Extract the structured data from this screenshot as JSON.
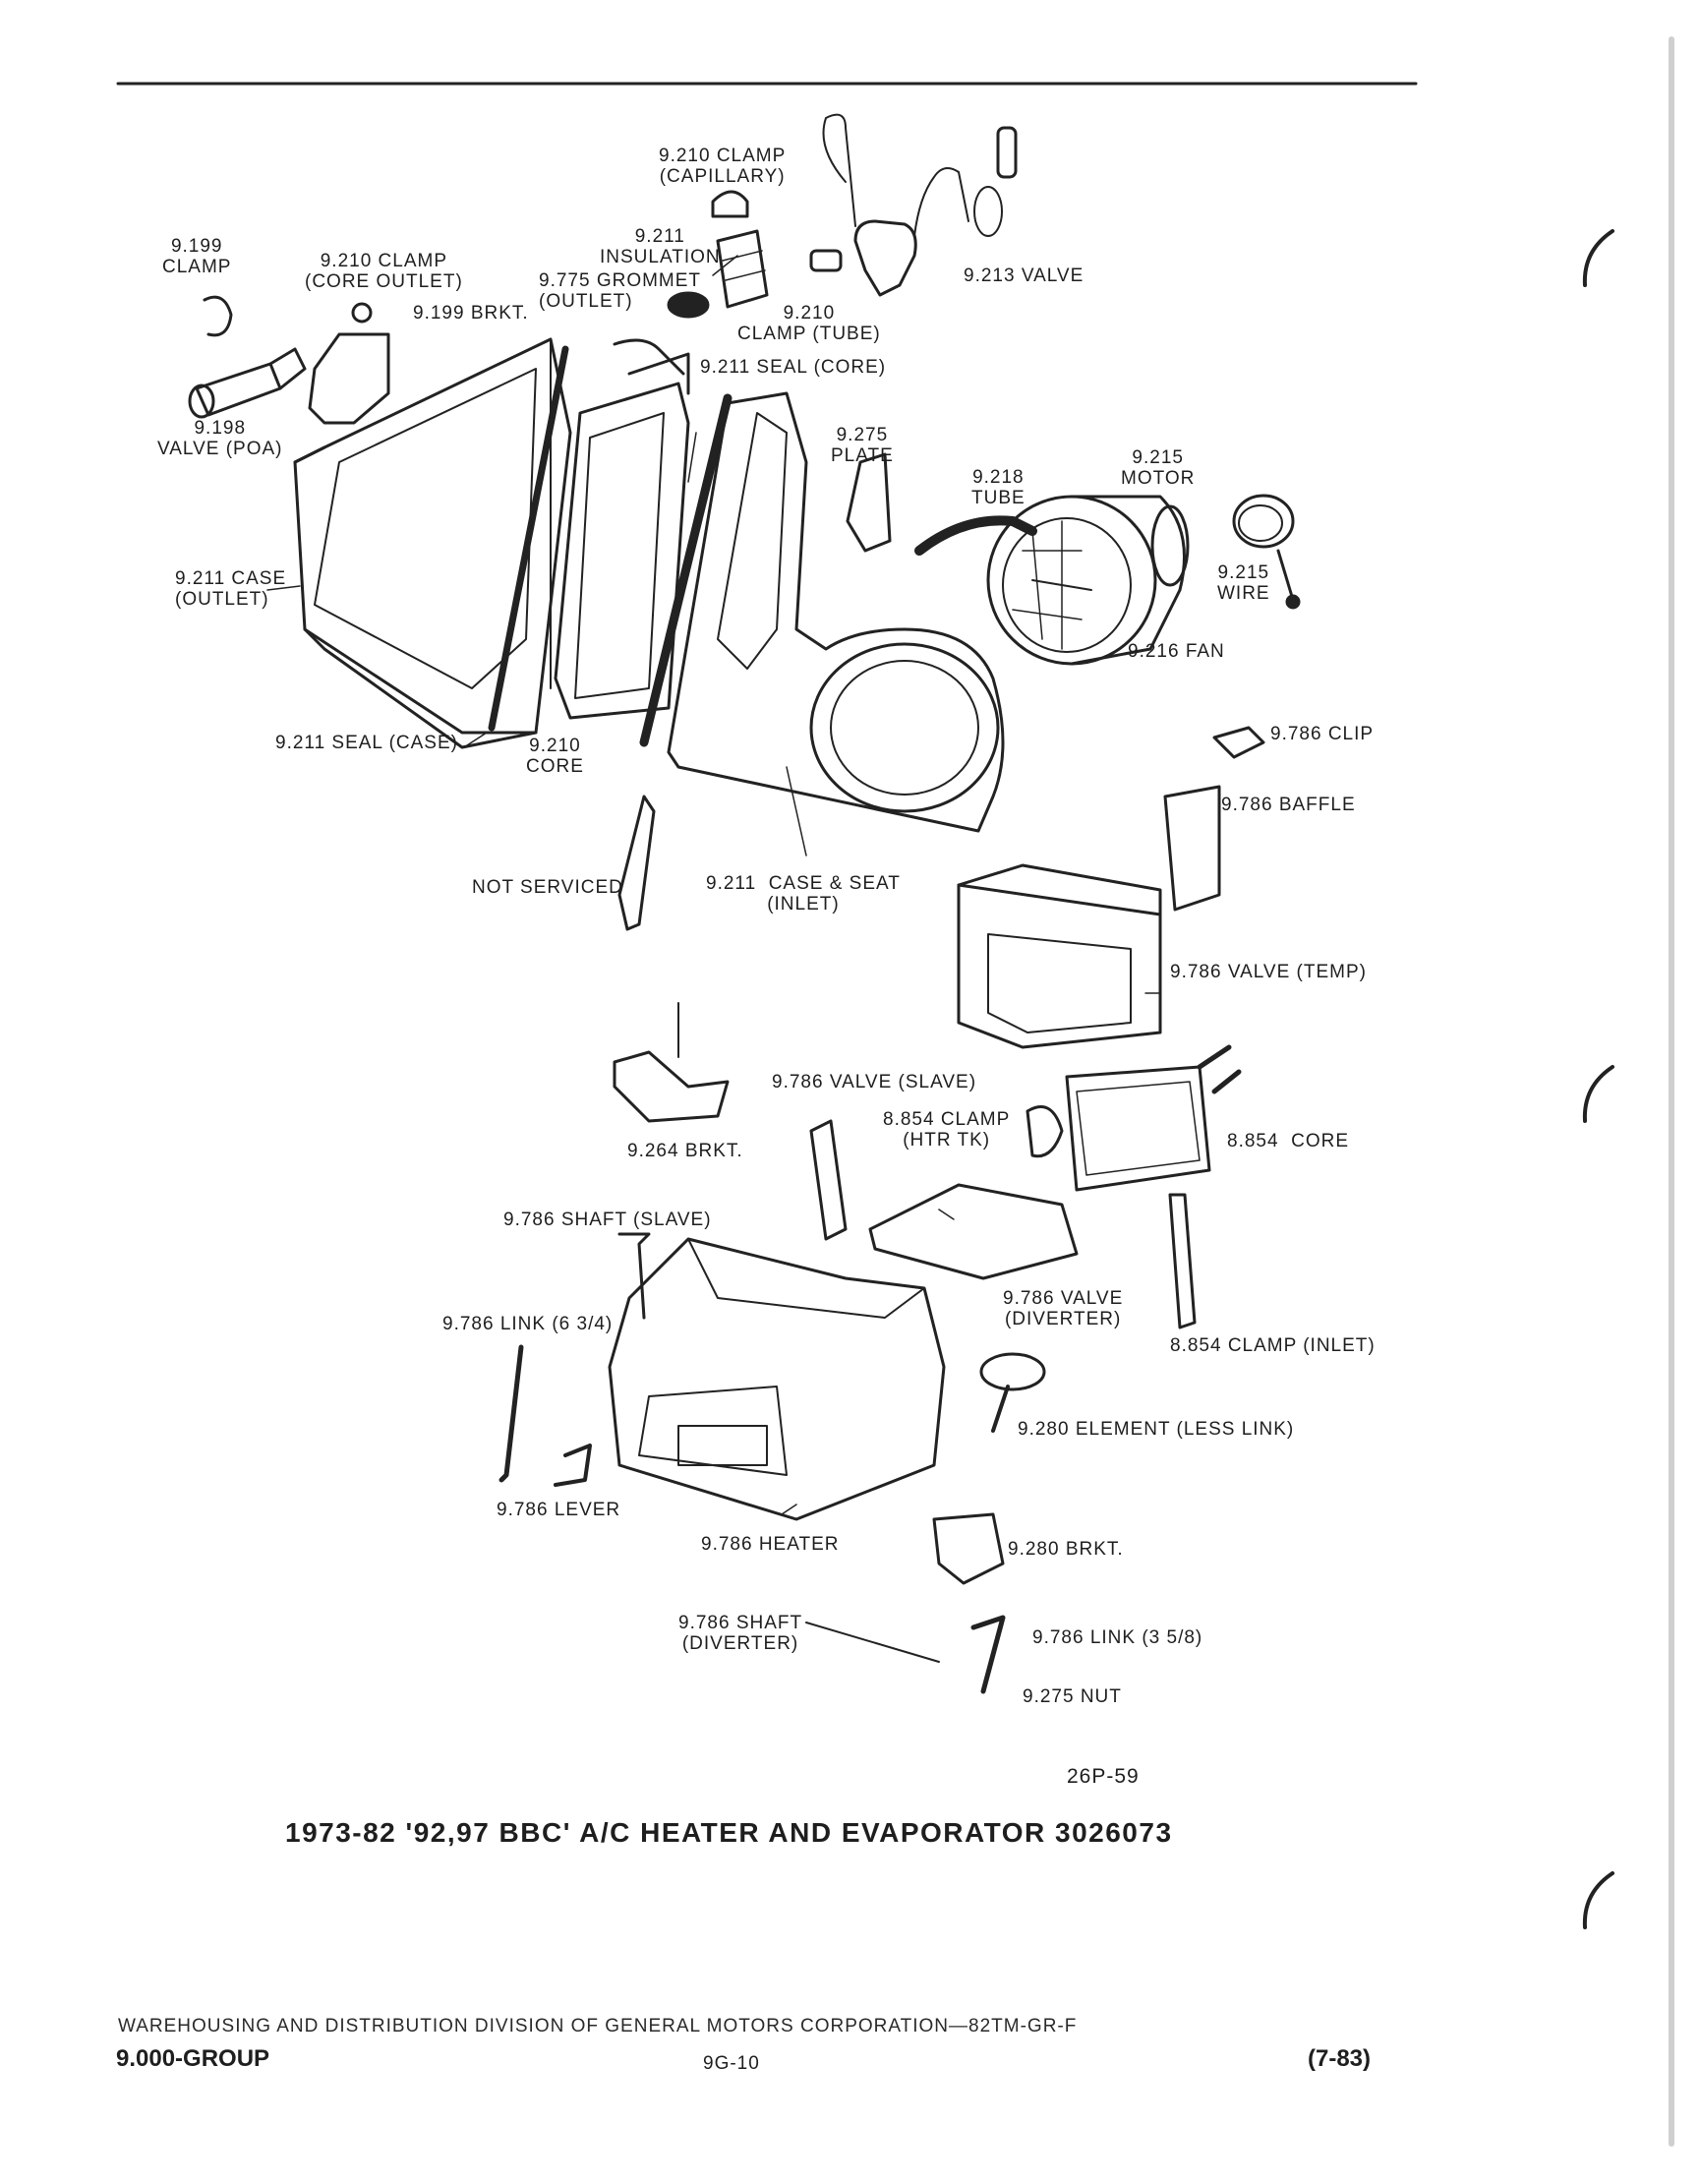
{
  "title": "1973-82 '92,97 BBC' A/C HEATER AND EVAPORATOR 3026073",
  "figure_code": "26P-59",
  "footer": {
    "division": "WAREHOUSING AND DISTRIBUTION DIVISION OF GENERAL MOTORS CORPORATION—82TM-GR-F",
    "group": "9.000-GROUP",
    "page": "9G-10",
    "date": "(7-83)"
  },
  "callouts": [
    {
      "id": "clamp-capillary",
      "text": "9.210 CLAMP\n(CAPILLARY)"
    },
    {
      "id": "insulation",
      "text": "9.211\nINSULATION"
    },
    {
      "id": "valve-9213",
      "text": "9.213 VALVE"
    },
    {
      "id": "clamp-9199",
      "text": "9.199\nCLAMP"
    },
    {
      "id": "clamp-core-outlet",
      "text": "9.210 CLAMP\n(CORE OUTLET)"
    },
    {
      "id": "grommet",
      "text": "9.775 GROMMET\n(OUTLET)"
    },
    {
      "id": "clamp-tube",
      "text": "9.210\nCLAMP (TUBE)"
    },
    {
      "id": "brkt-9199",
      "text": "9.199 BRKT."
    },
    {
      "id": "seal-core",
      "text": "9.211 SEAL (CORE)"
    },
    {
      "id": "valve-poa",
      "text": "9.198\nVALVE (POA)"
    },
    {
      "id": "plate",
      "text": "9.275\nPLATE"
    },
    {
      "id": "tube",
      "text": "9.218\nTUBE"
    },
    {
      "id": "motor",
      "text": "9.215\nMOTOR"
    },
    {
      "id": "case-outlet",
      "text": "9.211 CASE\n(OUTLET)"
    },
    {
      "id": "wire",
      "text": "9.215\nWIRE"
    },
    {
      "id": "fan",
      "text": "9.216 FAN"
    },
    {
      "id": "clip",
      "text": "9.786 CLIP"
    },
    {
      "id": "seal-case",
      "text": "9.211 SEAL (CASE)"
    },
    {
      "id": "core-9210",
      "text": "9.210\nCORE"
    },
    {
      "id": "baffle",
      "text": "9.786 BAFFLE"
    },
    {
      "id": "not-serviced",
      "text": "NOT SERVICED"
    },
    {
      "id": "case-seat-inlet",
      "text": "9.211  CASE & SEAT\n(INLET)"
    },
    {
      "id": "valve-temp",
      "text": "9.786 VALVE (TEMP)"
    },
    {
      "id": "valve-slave",
      "text": "9.786 VALVE (SLAVE)"
    },
    {
      "id": "clamp-htr-tk",
      "text": "8.854 CLAMP\n(HTR TK)"
    },
    {
      "id": "brkt-9264",
      "text": "9.264 BRKT."
    },
    {
      "id": "core-8854",
      "text": "8.854  CORE"
    },
    {
      "id": "shaft-slave",
      "text": "9.786 SHAFT (SLAVE)"
    },
    {
      "id": "valve-diverter",
      "text": "9.786 VALVE\n(DIVERTER)"
    },
    {
      "id": "link-634",
      "text": "9.786 LINK (6 3/4)"
    },
    {
      "id": "clamp-inlet",
      "text": "8.854 CLAMP (INLET)"
    },
    {
      "id": "element",
      "text": "9.280 ELEMENT (LESS LINK)"
    },
    {
      "id": "lever",
      "text": "9.786 LEVER"
    },
    {
      "id": "heater",
      "text": "9.786 HEATER"
    },
    {
      "id": "brkt-9280",
      "text": "9.280 BRKT."
    },
    {
      "id": "shaft-diverter",
      "text": "9.786 SHAFT\n(DIVERTER)"
    },
    {
      "id": "link-358",
      "text": "9.786 LINK (3 5/8)"
    },
    {
      "id": "nut",
      "text": "9.275 NUT"
    }
  ]
}
